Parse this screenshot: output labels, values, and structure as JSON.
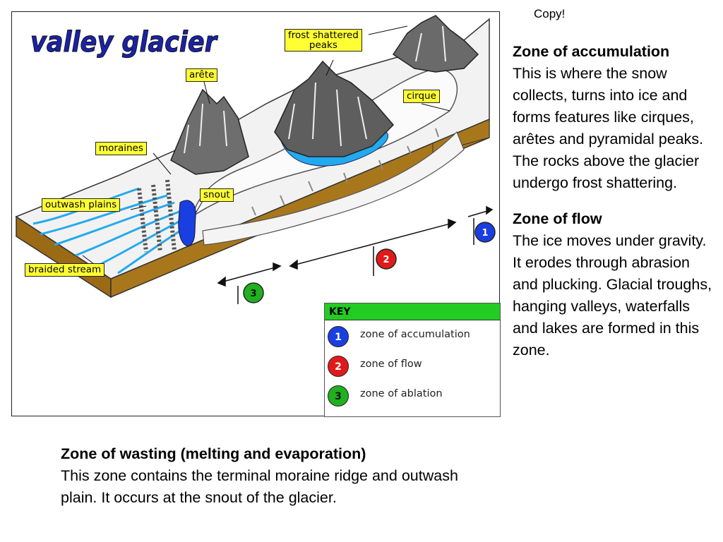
{
  "copy_link": "Copy!",
  "diagram": {
    "title": "valley glacier",
    "labels": {
      "frost_shattered_peaks_1": "frost shattered",
      "frost_shattered_peaks_2": "peaks",
      "arete": "arête",
      "cirque": "cirque",
      "moraines": "moraines",
      "snout": "snout",
      "outwash_plains": "outwash plains",
      "braided_stream": "braided stream"
    },
    "markers": [
      "1",
      "2",
      "3"
    ],
    "colors": {
      "zone1": "#1a3fe0",
      "zone2": "#e01a1a",
      "zone3": "#20b020",
      "label_bg": "#ffff33",
      "title": "#1a22aa",
      "water": "#22aaee",
      "rock": "#9a6a14"
    }
  },
  "key": {
    "title": "KEY",
    "items": [
      {
        "number": "1",
        "label": "zone of accumulation",
        "color": "#1a3fe0"
      },
      {
        "number": "2",
        "label": "zone of flow",
        "color": "#e01a1a"
      },
      {
        "number": "3",
        "label": "zone of ablation",
        "color": "#20b020"
      }
    ]
  },
  "sidebar": {
    "accumulation_heading": "Zone of accumulation",
    "accumulation_body": "This is where the snow collects, turns into ice and forms features like cirques, arêtes and pyramidal peaks. The rocks above the glacier undergo frost shattering.",
    "flow_heading": "Zone of flow",
    "flow_body": "The ice moves under gravity. It erodes through abrasion and plucking. Glacial troughs, hanging valleys, waterfalls and lakes are formed in this zone."
  },
  "bottom": {
    "heading": "Zone of wasting (melting and evaporation)",
    "body": "This zone contains the terminal moraine ridge and outwash plain. It occurs at the snout of the glacier."
  }
}
